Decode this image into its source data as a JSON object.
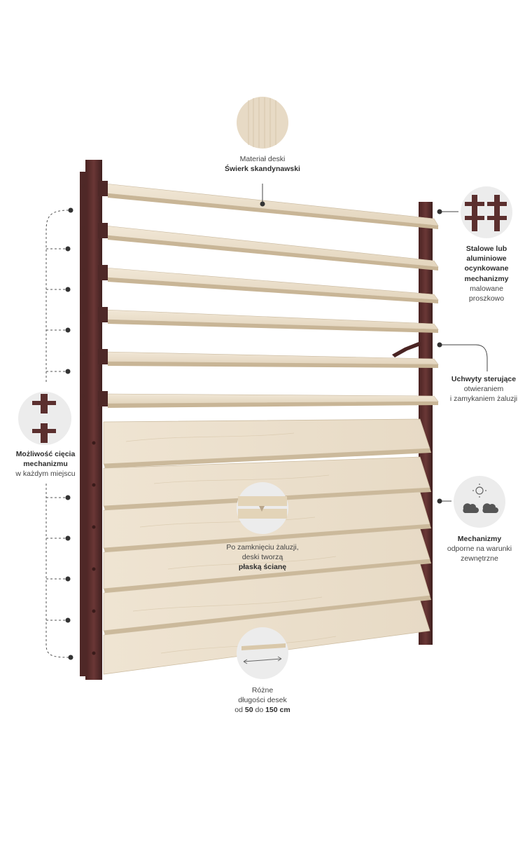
{
  "callouts": {
    "material": {
      "line1": "Materiał deski",
      "line2": "Świerk skandynawski"
    },
    "mechanism_steel": {
      "line1": "Stalowe lub",
      "line2": "aluminiowe",
      "line3": "ocynkowane",
      "line4": "mechanizmy",
      "line5": "malowane",
      "line6": "proszkowo"
    },
    "handles": {
      "line1": "Uchwyty sterujące",
      "line2": "otwieraniem",
      "line3": "i zamykaniem żaluzji"
    },
    "cutting": {
      "line1": "Możliwość cięcia",
      "line2": "mechanizmu",
      "line3": "w każdym miejscu"
    },
    "weather": {
      "line1": "Mechanizmy",
      "line2": "odporne na warunki",
      "line3": "zewnętrzne"
    },
    "flat_wall": {
      "line1": "Po zamknięciu żaluzji,",
      "line2": "deski tworzą",
      "line3": "płaską ścianę"
    },
    "lengths": {
      "line1": "Różne",
      "line2": "długości desek",
      "line3_pre": "od ",
      "line3_a": "50",
      "line3_mid": " do ",
      "line3_b": "150 cm"
    }
  },
  "icons": [
    "wood-grain-icon",
    "bracket-icon",
    "sun-cloud-rain-icon",
    "joint-icon",
    "board-length-icon"
  ],
  "colors": {
    "frame": "#5b2f2e",
    "wood": "#e8dcc8",
    "circle_bg": "#ececec",
    "dot": "#333333"
  }
}
